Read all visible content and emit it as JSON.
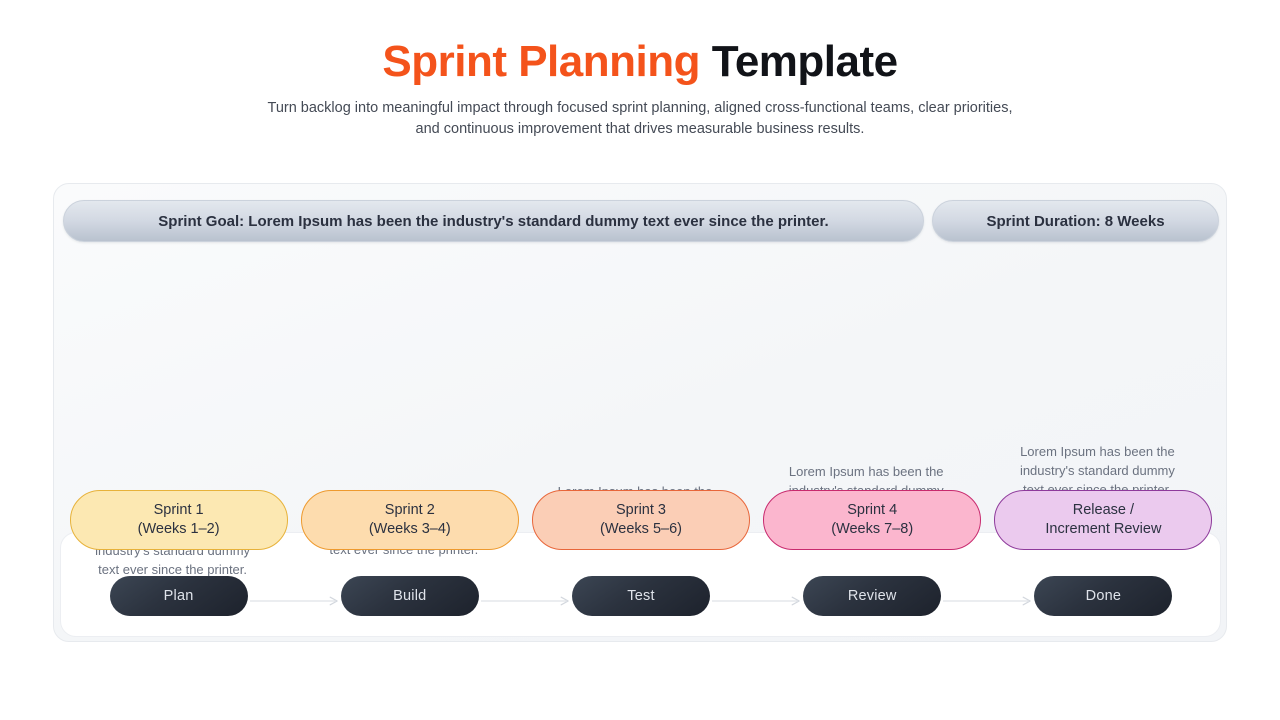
{
  "header": {
    "title_accent": "Sprint Planning",
    "title_rest": " Template",
    "subtitle": "Turn backlog into meaningful impact through focused sprint planning, aligned cross-functional teams, clear priorities, and continuous improvement that drives measurable business results."
  },
  "banners": {
    "goal": "Sprint Goal: Lorem Ipsum has been the industry's standard dummy text ever since the printer.",
    "duration": "Sprint Duration: 8 Weeks"
  },
  "columns": [
    {
      "description": "Lorem Ipsum has been the industry's standard dummy text ever since the printer.",
      "sprint_line1": "Sprint 1",
      "sprint_line2": "(Weeks 1–2)",
      "stage": "Plan",
      "fill": "#FCE8B2",
      "border": "#E7B23A",
      "arrow": "#F0B429"
    },
    {
      "description": "Lorem Ipsum has been the industry's standard dummy text ever since the printer.",
      "sprint_line1": "Sprint 2",
      "sprint_line2": "(Weeks 3–4)",
      "stage": "Build",
      "fill": "#FDDCAE",
      "border": "#EE9A2E",
      "arrow": "#ED9B2C"
    },
    {
      "description": "Lorem Ipsum has been the industry's standard dummy text ever since the printer.",
      "sprint_line1": "Sprint 3",
      "sprint_line2": "(Weeks 5–6)",
      "stage": "Test",
      "fill": "#FBCEB6",
      "border": "#E8663A",
      "arrow": "#E4683C"
    },
    {
      "description": "Lorem Ipsum has been the industry's standard dummy text ever since the printer.",
      "sprint_line1": "Sprint 4",
      "sprint_line2": "(Weeks 7–8)",
      "stage": "Review",
      "fill": "#FBB6CE",
      "border": "#C82A6E",
      "arrow": "#C22C6D"
    },
    {
      "description": "Lorem Ipsum has been the industry's standard dummy text ever since the printer.",
      "sprint_line1": "Release /",
      "sprint_line2": "Increment Review",
      "stage": "Done",
      "fill": "#EBCAEE",
      "border": "#8E3A9B",
      "arrow": "#8E3A9B"
    }
  ],
  "colors": {
    "accent": "#F4531B",
    "banner_text": "#2b3140",
    "desc_text": "#6b7280",
    "stage_pill_text": "#dfe3ea"
  }
}
